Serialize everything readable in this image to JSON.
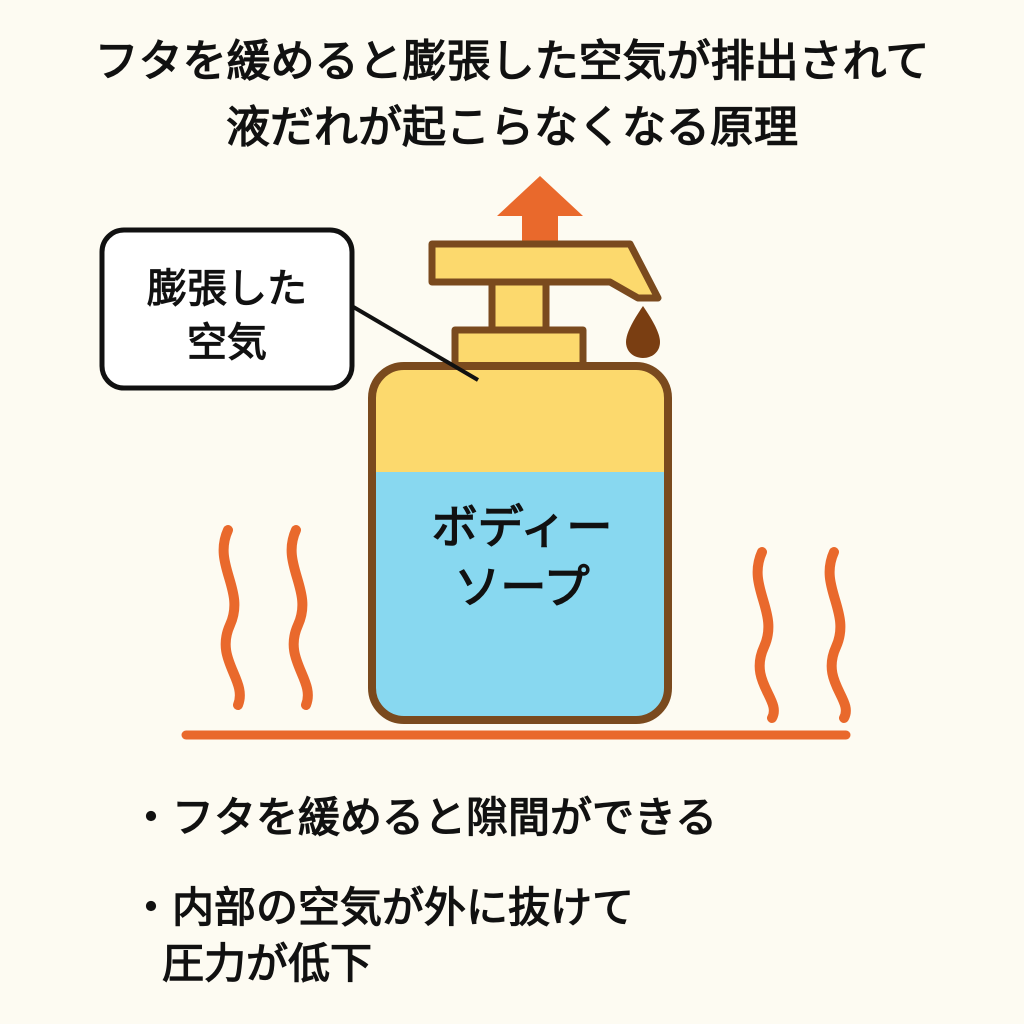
{
  "title": {
    "line1": "フタを緩めると膨張した空気が排出されて",
    "line2": "液だれが起こらなくなる原理"
  },
  "callout": {
    "line1": "膨張した",
    "line2": "空気"
  },
  "bottle": {
    "label_line1": "ボディー",
    "label_line2": "ソープ",
    "air_fill_fraction": 0.3
  },
  "bullets": [
    {
      "marker": "・",
      "line1": "フタを緩めると隙間ができる",
      "line2": ""
    },
    {
      "marker": "・",
      "line1": "内部の空気が外に抜けて",
      "line2": "圧力が低下"
    }
  ],
  "colors": {
    "background": "#FDFBF2",
    "air": "#FCD96D",
    "soap": "#88D8F0",
    "outline": "#7A4A1E",
    "heat": "#E9692C",
    "drip": "#7A3E12",
    "arrow": "#E9692C"
  },
  "icons": {
    "arrow": "up-arrow-icon",
    "drip": "drip-icon",
    "heat": "heat-wave-icon"
  }
}
